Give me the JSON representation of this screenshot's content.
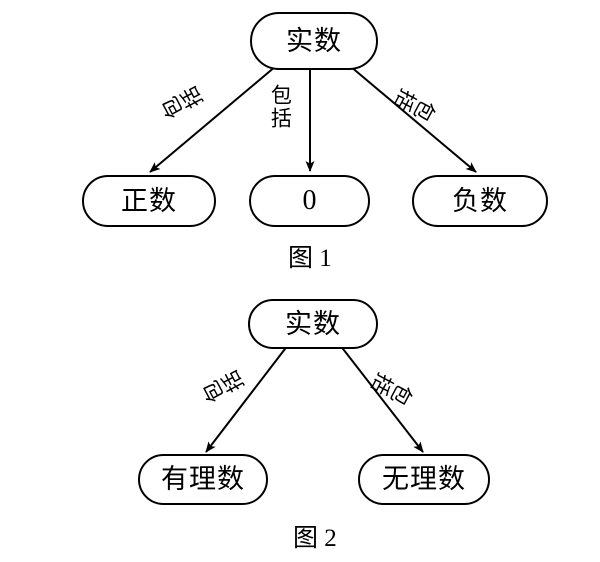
{
  "page": {
    "background": "#ffffff",
    "stroke_color": "#000000",
    "text_color": "#000000"
  },
  "diagrams": [
    {
      "id": "figure-1",
      "caption": "图 1",
      "root": {
        "label": "实数"
      },
      "children": [
        {
          "label": "正数",
          "edge_label": "包括"
        },
        {
          "label": "0",
          "edge_label": "包括"
        },
        {
          "label": "负数",
          "edge_label": "包括"
        }
      ]
    },
    {
      "id": "figure-2",
      "caption": "图 2",
      "root": {
        "label": "实数"
      },
      "children": [
        {
          "label": "有理数",
          "edge_label": "包括"
        },
        {
          "label": "无理数",
          "edge_label": "包括"
        }
      ]
    }
  ]
}
